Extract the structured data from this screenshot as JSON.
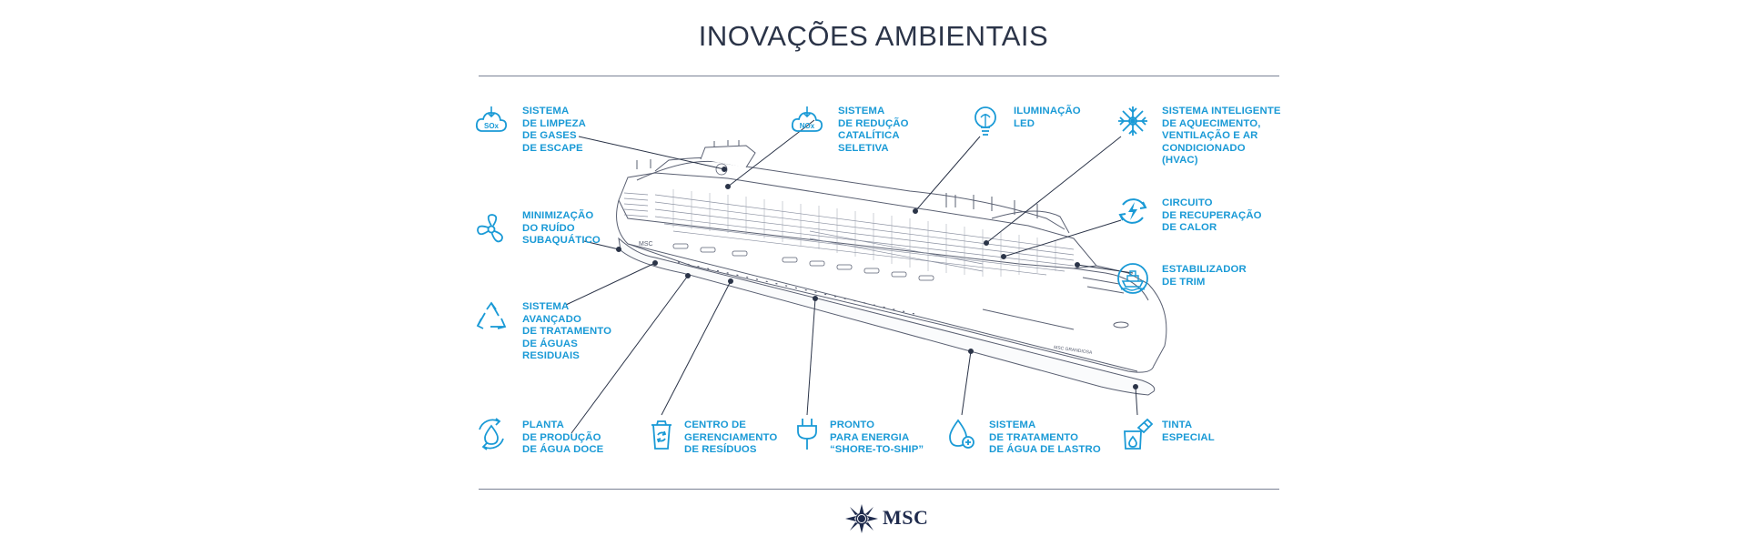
{
  "title": "INOVAÇÕES AMBIENTAIS",
  "brand": {
    "name": "MSC",
    "color": "#1f2b4d"
  },
  "accent_color": "#1a9ad6",
  "ship": {
    "hull_text_bow": "MSC GRANDIOSA",
    "hull_text_side": "MSC"
  },
  "features": [
    {
      "id": "sox",
      "icon": "sox-scrubber-icon",
      "icon_text": "SOx",
      "label": "SISTEMA\nDE LIMPEZA\nDE GASES\nDE ESCAPE"
    },
    {
      "id": "nox",
      "icon": "nox-reduction-icon",
      "icon_text": "NOx",
      "label": "SISTEMA\nDE REDUÇÃO\nCATALÍTICA\nSELETIVA"
    },
    {
      "id": "led",
      "icon": "light-bulb-icon",
      "label": "ILUMINAÇÃO\nLED"
    },
    {
      "id": "hvac",
      "icon": "snowflake-sun-icon",
      "label": "SISTEMA INTELIGENTE\nDE AQUECIMENTO,\nVENTILAÇÃO E AR\nCONDICIONADO\n(HVAC)"
    },
    {
      "id": "heat",
      "icon": "heat-recovery-icon",
      "label": "CIRCUITO\nDE RECUPERAÇÃO\nDE CALOR"
    },
    {
      "id": "trim",
      "icon": "trim-stabilizer-icon",
      "label": "ESTABILIZADOR\nDE TRIM"
    },
    {
      "id": "noise",
      "icon": "propeller-icon",
      "label": "MINIMIZAÇÃO\nDO RUÍDO\nSUBAQUÁTICO"
    },
    {
      "id": "water",
      "icon": "recycle-triangle-icon",
      "label": "SISTEMA\nAVANÇADO\nDE TRATAMENTO\nDE ÁGUAS\nRESIDUAIS"
    },
    {
      "id": "fresh",
      "icon": "water-drop-cycle-icon",
      "label": "PLANTA\nDE PRODUÇÃO\nDE ÁGUA DOCE"
    },
    {
      "id": "waste",
      "icon": "recycle-bin-icon",
      "label": "CENTRO DE\nGERENCIAMENTO\nDE RESÍDUOS"
    },
    {
      "id": "shore",
      "icon": "power-plug-icon",
      "label": "PRONTO\nPARA ENERGIA\n“SHORE-TO-SHIP”"
    },
    {
      "id": "ballast",
      "icon": "ballast-water-icon",
      "label": "SISTEMA\nDE TRATAMENTO\nDE ÁGUA DE LASTRO"
    },
    {
      "id": "paint",
      "icon": "paint-bucket-icon",
      "label": "TINTA\nESPECIAL"
    }
  ]
}
